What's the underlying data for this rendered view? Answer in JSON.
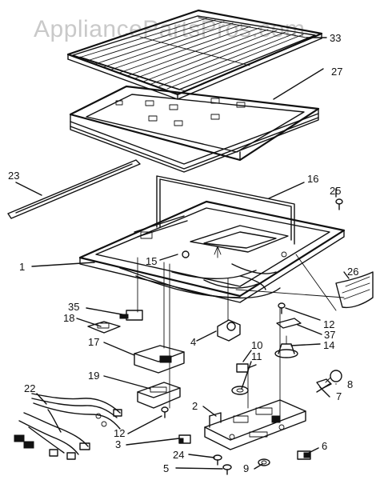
{
  "watermark": "AppliancePartsPros.com",
  "part_labels": {
    "p33": "33",
    "p27": "27",
    "p23": "23",
    "p16": "16",
    "p25": "25",
    "p1": "1",
    "p15": "15",
    "p26": "26",
    "p35": "35",
    "p18": "18",
    "p12a": "12",
    "p37": "37",
    "p14": "14",
    "p4": "4",
    "p10": "10",
    "p11": "11",
    "p17": "17",
    "p19": "19",
    "p8": "8",
    "p7": "7",
    "p22": "22",
    "p2": "2",
    "p12b": "12",
    "p3": "3",
    "p6": "6",
    "p24": "24",
    "p5": "5",
    "p9": "9"
  }
}
